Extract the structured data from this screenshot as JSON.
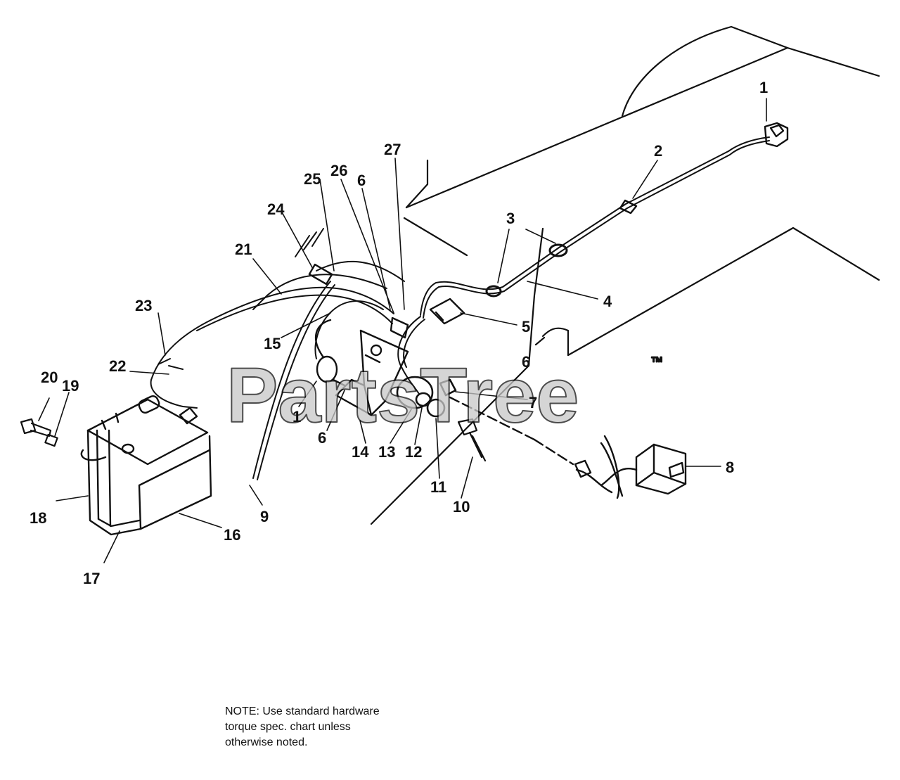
{
  "watermark": {
    "brand": "PartsTree",
    "trademark": "™"
  },
  "callouts": {
    "c1_top": "1",
    "c1_left": "1",
    "c2": "2",
    "c3": "3",
    "c4": "4",
    "c5": "5",
    "c6_top": "6",
    "c6_right": "6",
    "c6_bottom": "6",
    "c7": "7",
    "c8": "8",
    "c9": "9",
    "c10": "10",
    "c11": "11",
    "c12": "12",
    "c13": "13",
    "c14": "14",
    "c15": "15",
    "c16": "16",
    "c17": "17",
    "c18": "18",
    "c19": "19",
    "c20": "20",
    "c21": "21",
    "c22": "22",
    "c23": "23",
    "c24": "24",
    "c25": "25",
    "c26": "26",
    "c27": "27"
  },
  "note": {
    "line1": "NOTE: Use standard hardware",
    "line2": "torque spec. chart unless",
    "line3": "otherwise noted."
  },
  "colors": {
    "ink": "#111111",
    "watermark": "#c8c8c8",
    "background": "#ffffff"
  }
}
